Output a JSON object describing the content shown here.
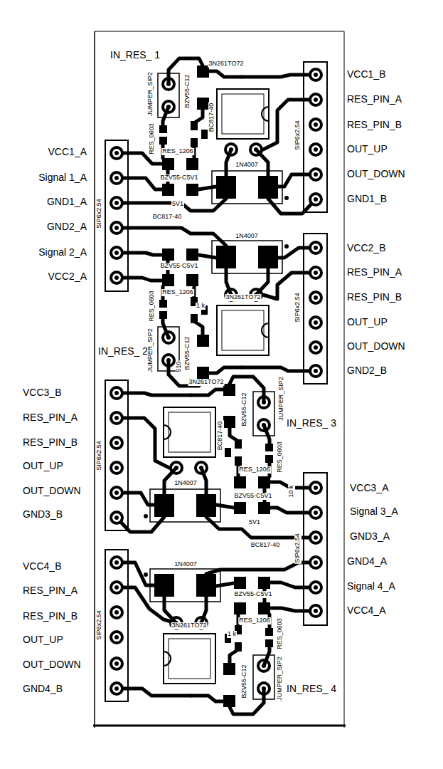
{
  "diagram": {
    "labels": [
      "IN_RES_ 1",
      "VCC1_A",
      "Signal 1_A",
      "GND1_A",
      "GND2_A",
      "Signal 2_A",
      "VCC2_A",
      "IN_RES_ 2",
      "VCC3_B",
      "RES_PIN_A",
      "RES_PIN_B",
      "OUT_UP",
      "OUT_DOWN",
      "GND3_B",
      "VCC4_B",
      "RES_PIN_A",
      "RES_PIN_B",
      "OUT_UP",
      "OUT_DOWN",
      "GND4_B",
      "VCC1_B",
      "RES_PIN_A",
      "RES_PIN_B",
      "OUT_UP",
      "OUT_DOWN",
      "GND1_B",
      "VCC2_B",
      "RES_PIN_A",
      "RES_PIN_B",
      "OUT_UP",
      "OUT_DOWN",
      "GND2_B",
      "IN_RES_ 3",
      "VCC3_A",
      "Signal 3_A",
      "GND3_A",
      "GND4_A",
      "Signal 4_A",
      "VCC4_A",
      "IN_RES_ 4",
      "SIP6x2.54",
      "SIP6x2.54",
      "SIP6x2.54",
      "SIP6x2.54",
      "SIP6x2.54",
      "SIP6x2.54",
      "3N261TO72",
      "BZV55-C12",
      "JUMPER_SIP2",
      "RES_0603",
      "BC817-40",
      "RES_1206",
      "BZV55-C5V1",
      "5V1",
      "1N4007",
      "BC817-40",
      "RES_0603",
      "BZV55-C5V1",
      "RES_1206",
      "1 k",
      "1N4007",
      "3N261TO72",
      "JUMPER_SIP2",
      "BZV55-C12",
      "510",
      "3N261TO72",
      "BZV55-C12",
      "JUMPER_SIP2",
      "RES_0603",
      "BC817-40",
      "RES_1206",
      "BZV55-C5V1",
      "5V1",
      "1N4007",
      "10 k",
      "BC817-40",
      "RES_0603",
      "BZV55-C5V1",
      "RES_1206",
      "1 k",
      "3N261TO72",
      "1N4007",
      "JUMPER_SIP2",
      "BZV55-C12"
    ]
  }
}
